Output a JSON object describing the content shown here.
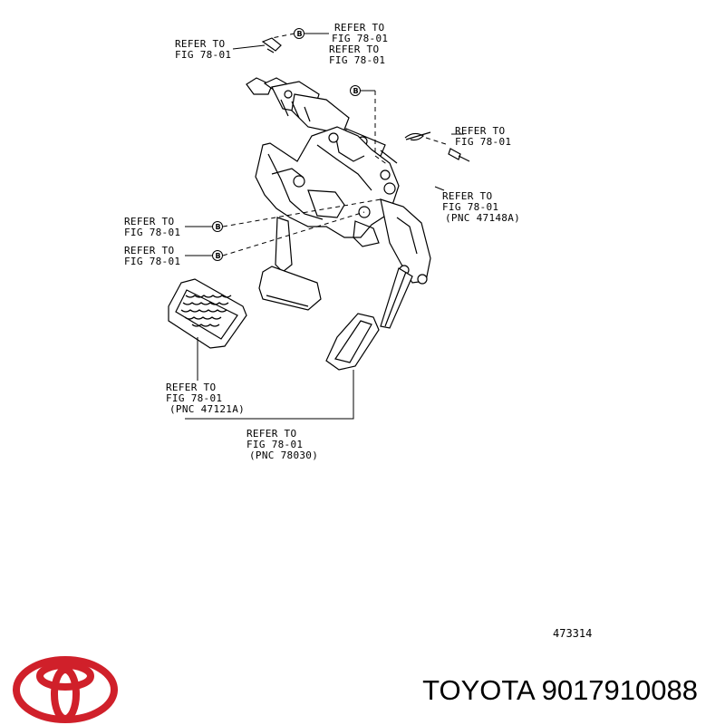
{
  "diagram": {
    "callouts": [
      {
        "lines": [
          "REFER TO",
          "FIG 78-01"
        ]
      },
      {
        "lines": [
          "REFER TO",
          "FIG 78-01"
        ]
      },
      {
        "lines": [
          "REFER TO",
          "FIG 78-01"
        ]
      },
      {
        "lines": [
          "REFER TO",
          "FIG 78-01"
        ]
      },
      {
        "lines": [
          "REFER TO",
          "FIG 78-01",
          "(PNC 47148A)"
        ]
      },
      {
        "lines": [
          "REFER TO",
          "FIG 78-01"
        ]
      },
      {
        "lines": [
          "REFER TO",
          "FIG 78-01"
        ]
      },
      {
        "lines": [
          "REFER TO",
          "FIG 78-01",
          "(PNC 47121A)"
        ]
      },
      {
        "lines": [
          "REFER TO",
          "FIG 78-01",
          "(PNC 78030)"
        ]
      }
    ],
    "marker_letter": "B",
    "figure_id": "473314"
  },
  "brand": {
    "caption": "TOYOTA 9017910088",
    "logo_color": "#d0202a"
  }
}
